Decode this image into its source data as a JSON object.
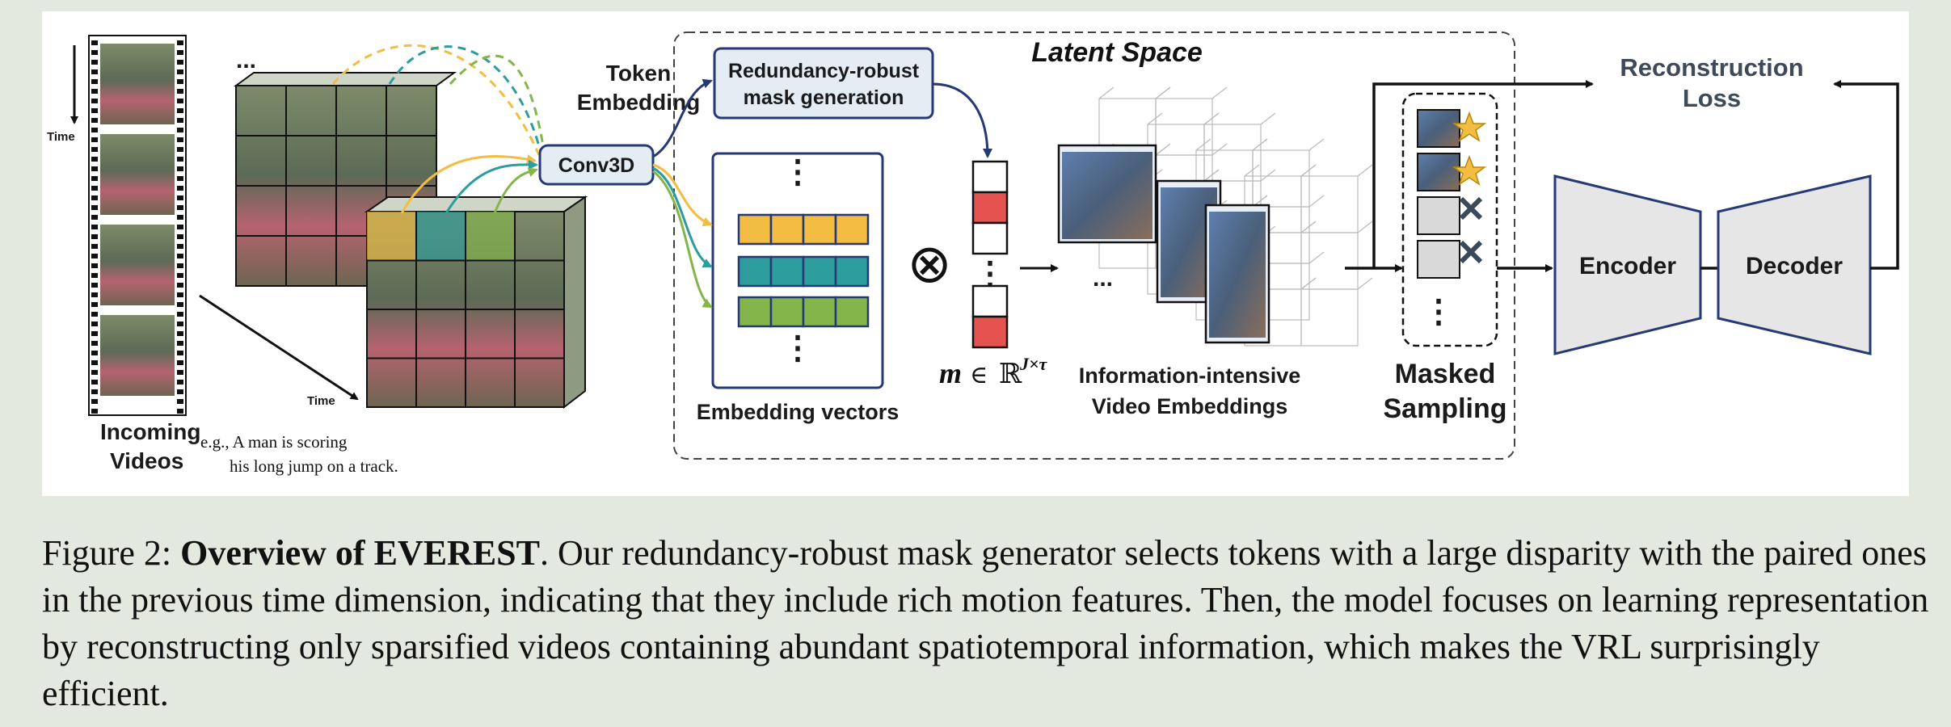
{
  "figure": {
    "labels": {
      "time_vertical": "Time",
      "time_diagonal": "Time",
      "incoming_videos_1": "Incoming",
      "incoming_videos_2": "Videos",
      "example_1": "e.g., A man is scoring",
      "example_2": "his long jump on a track.",
      "token_embedding_1": "Token",
      "token_embedding_2": "Embedding",
      "conv3d": "Conv3D",
      "latent_space": "Latent Space",
      "mask_generation_1": "Redundancy-robust",
      "mask_generation_2": "mask generation",
      "embedding_vectors": "Embedding vectors",
      "mask_var": "m",
      "mask_in": "∈",
      "mask_R": "ℝ",
      "mask_exp": "J×τ",
      "info_embeddings_1": "Information-intensive",
      "info_embeddings_2": "Video Embeddings",
      "masked_sampling_1": "Masked",
      "masked_sampling_2": "Sampling",
      "reconstruction_1": "Reconstruction",
      "reconstruction_2": "Loss",
      "encoder": "Encoder",
      "decoder": "Decoder",
      "otimes": "⊗",
      "ellipsis": "...",
      "vdots": "⋮"
    },
    "colors": {
      "yellow": "#f2bd42",
      "teal": "#2c9c9c",
      "green": "#84b54a",
      "red": "#e4534f",
      "navy": "#253a75",
      "encoder_fill": "#e6e6e6",
      "block_fill": "#e8eef5"
    }
  },
  "caption": {
    "prefix": "Figure 2: ",
    "title": "Overview of EVEREST",
    "body": ". Our redundancy-robust mask generator selects tokens with a large disparity with the paired ones in the previous time dimension, indicating that they include rich motion features. Then, the model focuses on learning representation by reconstructing only sparsified videos containing abundant spatiotemporal information, which makes the VRL surprisingly efficient."
  }
}
